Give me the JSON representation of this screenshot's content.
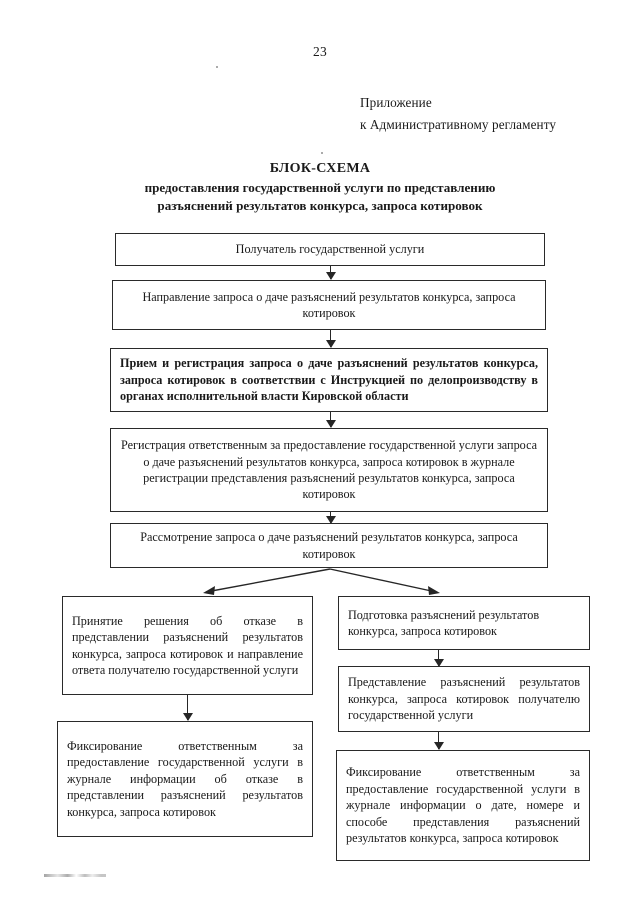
{
  "document": {
    "page_number": "23",
    "appendix_line_1": "Приложение",
    "appendix_line_2": "к Административному регламенту",
    "title_main": "БЛОК-СХЕМА",
    "title_line_2": "предоставления государственной услуги по представлению",
    "title_line_3": "разъяснений результатов конкурса, запроса котировок"
  },
  "flowchart": {
    "nodes": {
      "n1": "Получатель государственной услуги",
      "n2": "Направление запроса о даче разъяснений результатов конкурса, запроса котировок",
      "n3": "Прием и регистрация запроса о даче разъяснений результатов кон­курса, запроса котировок в соответствии с Инструкцией по дело­производству в органах исполнительной власти Кировской области",
      "n4": "Регистрация ответственным за предоставление государственной услуги запроса о даче разъяснений результатов конкурса, запроса котировок в журнале регистрации представления разъяснений результатов конкурса, запроса котировок",
      "n5": "Рассмотрение запроса о даче разъяснений результатов конкурса, запроса котировок",
      "n6_left": "Принятие решения об отказе в представлении разъяснений резуль­татов конкурса, запроса котировок и направление ответа получателю государственной услуги",
      "n7_left": "Фиксирование ответственным за предоставление государственной услуги в журнале информации об отказе в представлении разъяснений результатов конкурса, запроса котировок",
      "n6_right": "Подготовка разъяснений результатов конкурса, запроса котировок",
      "n7_right": "Представление разъяснений резуль­татов конкурса, запроса котировок получателю государственной услуги",
      "n8_right": "Фиксирование ответственным за предоставление государственной услуги в журнале информации о дате, номере и способе представления разъяснений результатов конкурса, запроса котировок"
    },
    "colors": {
      "ink": "#1a1a1a",
      "border": "#2a2a2a",
      "paper": "#ffffff"
    }
  }
}
